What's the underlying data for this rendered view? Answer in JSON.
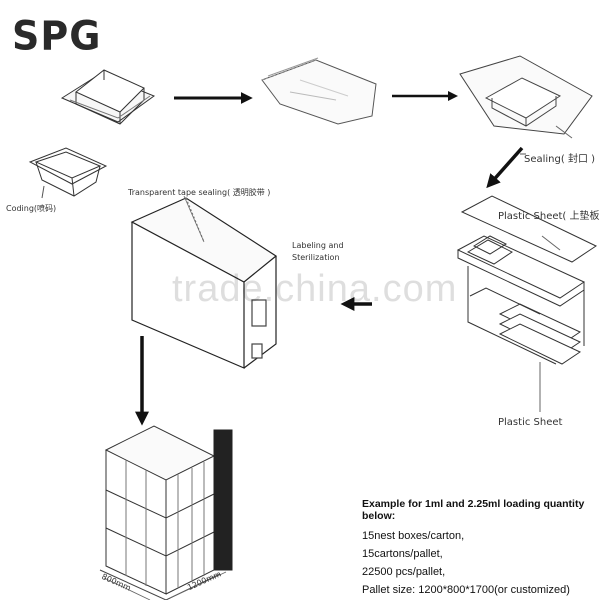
{
  "logo": {
    "text": "SPG"
  },
  "watermark": {
    "text": "trade.china.com"
  },
  "labels": {
    "coding": "Coding(喷码)",
    "tape_sealing": "Transparent tape sealing( 透明胶带 )",
    "labeling_line1": "Labeling and",
    "labeling_line2": "Sterilization",
    "sealing": "Sealing( 封口 )",
    "plastic_sheet_top": "Plastic Sheet( 上垫板 )",
    "plastic_sheet_bottom": "Plastic Sheet",
    "dim_left": "800mm",
    "dim_right": "1200mm"
  },
  "loading_info": {
    "heading": "Example for 1ml and 2.25ml loading quantity below:",
    "lines": [
      "15nest boxes/carton,",
      "15cartons/pallet,",
      "22500 pcs/pallet,",
      "Pallet size: 1200*800*1700(or customized)"
    ]
  }
}
